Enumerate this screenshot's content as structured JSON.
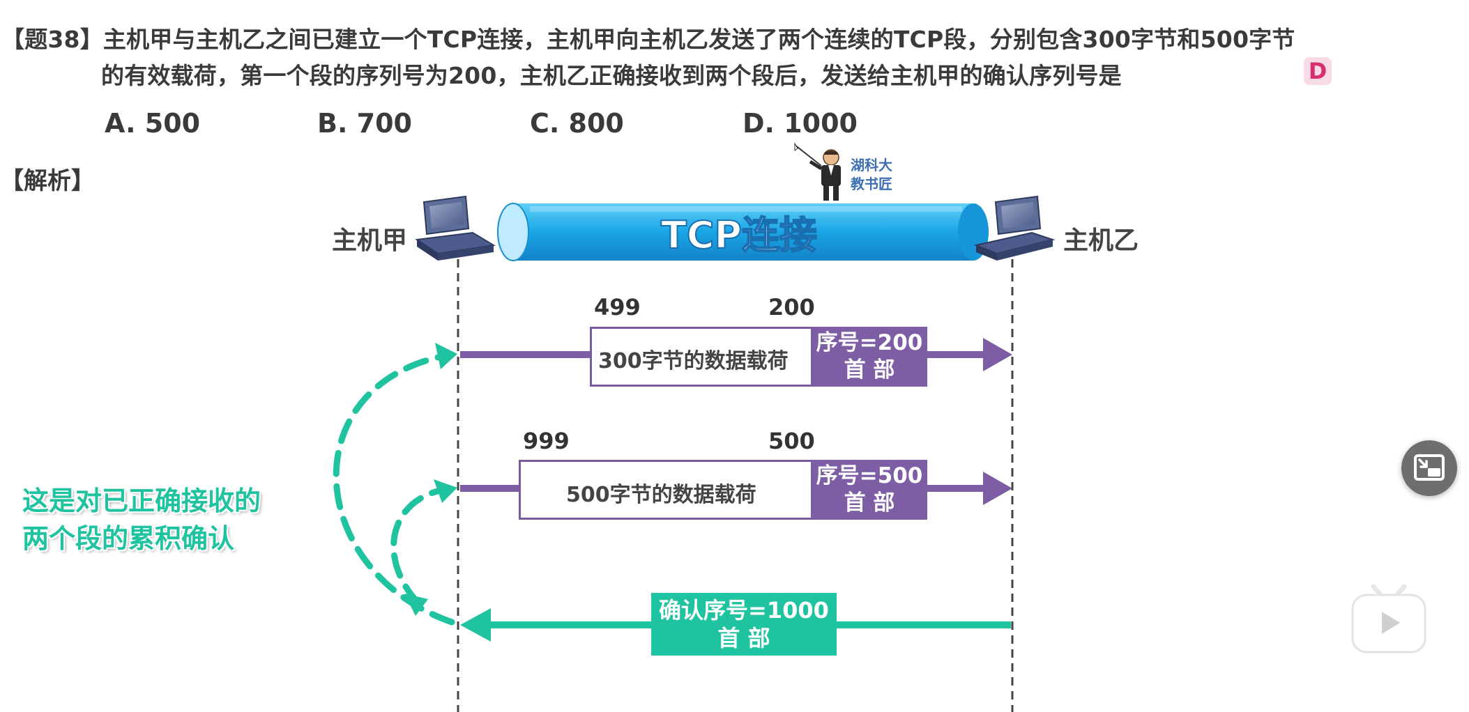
{
  "question": {
    "line1": "【题38】主机甲与主机乙之间已建立一个TCP连接，主机甲向主机乙发送了两个连续的TCP段，分别包含300字节和500字节",
    "line2": "的有效载荷，第一个段的序列号为200，主机乙正确接收到两个段后，发送给主机甲的确认序列号是",
    "answer": "D"
  },
  "options": [
    "A. 500",
    "B. 700",
    "C. 800",
    "D. 1000"
  ],
  "analysis_label": "【解析】",
  "diagram": {
    "host_a": "主机甲",
    "host_b": "主机乙",
    "tube_label": "TCP连接",
    "segment1": {
      "end_num": "499",
      "start_num": "200",
      "payload": "300字节的数据载荷",
      "header_line1": "序号=200",
      "header_line2": "首 部"
    },
    "segment2": {
      "end_num": "999",
      "start_num": "500",
      "payload": "500字节的数据载荷",
      "header_line1": "序号=500",
      "header_line2": "首 部"
    },
    "ack": {
      "line1": "确认序号=1000",
      "line2": "首 部"
    },
    "note_line1": "这是对已正确接收的",
    "note_line2": "两个段的累积确认",
    "teacher_line1": "湖科大",
    "teacher_line2": "教书匠"
  },
  "colors": {
    "purple": "#7d5ea5",
    "teal": "#1fc3a0",
    "tube": "#29aee8",
    "answer": "#d6306e"
  },
  "icons": [
    "computer-icon",
    "teacher-icon",
    "pip-icon",
    "tv-icon"
  ]
}
